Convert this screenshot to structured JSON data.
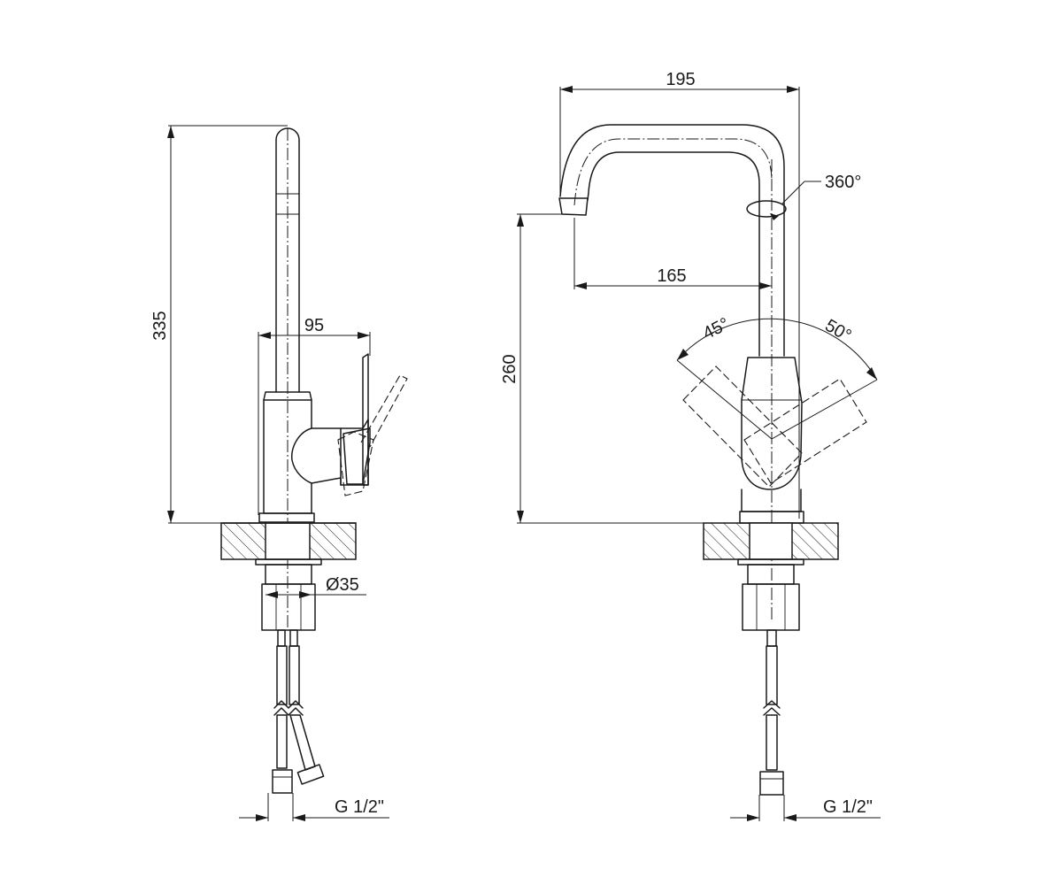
{
  "dimensions": {
    "side_height": "335",
    "side_depth": "95",
    "body_diameter": "Ø35",
    "side_connection": "G 1/2\"",
    "front_width": "195",
    "swivel_angle": "360°",
    "spout_reach": "165",
    "spout_height": "260",
    "lever_left_angle": "45°",
    "lever_right_angle": "50°",
    "front_connection": "G 1/2\""
  },
  "colors": {
    "line": "#1a1a1a",
    "background": "#ffffff"
  }
}
